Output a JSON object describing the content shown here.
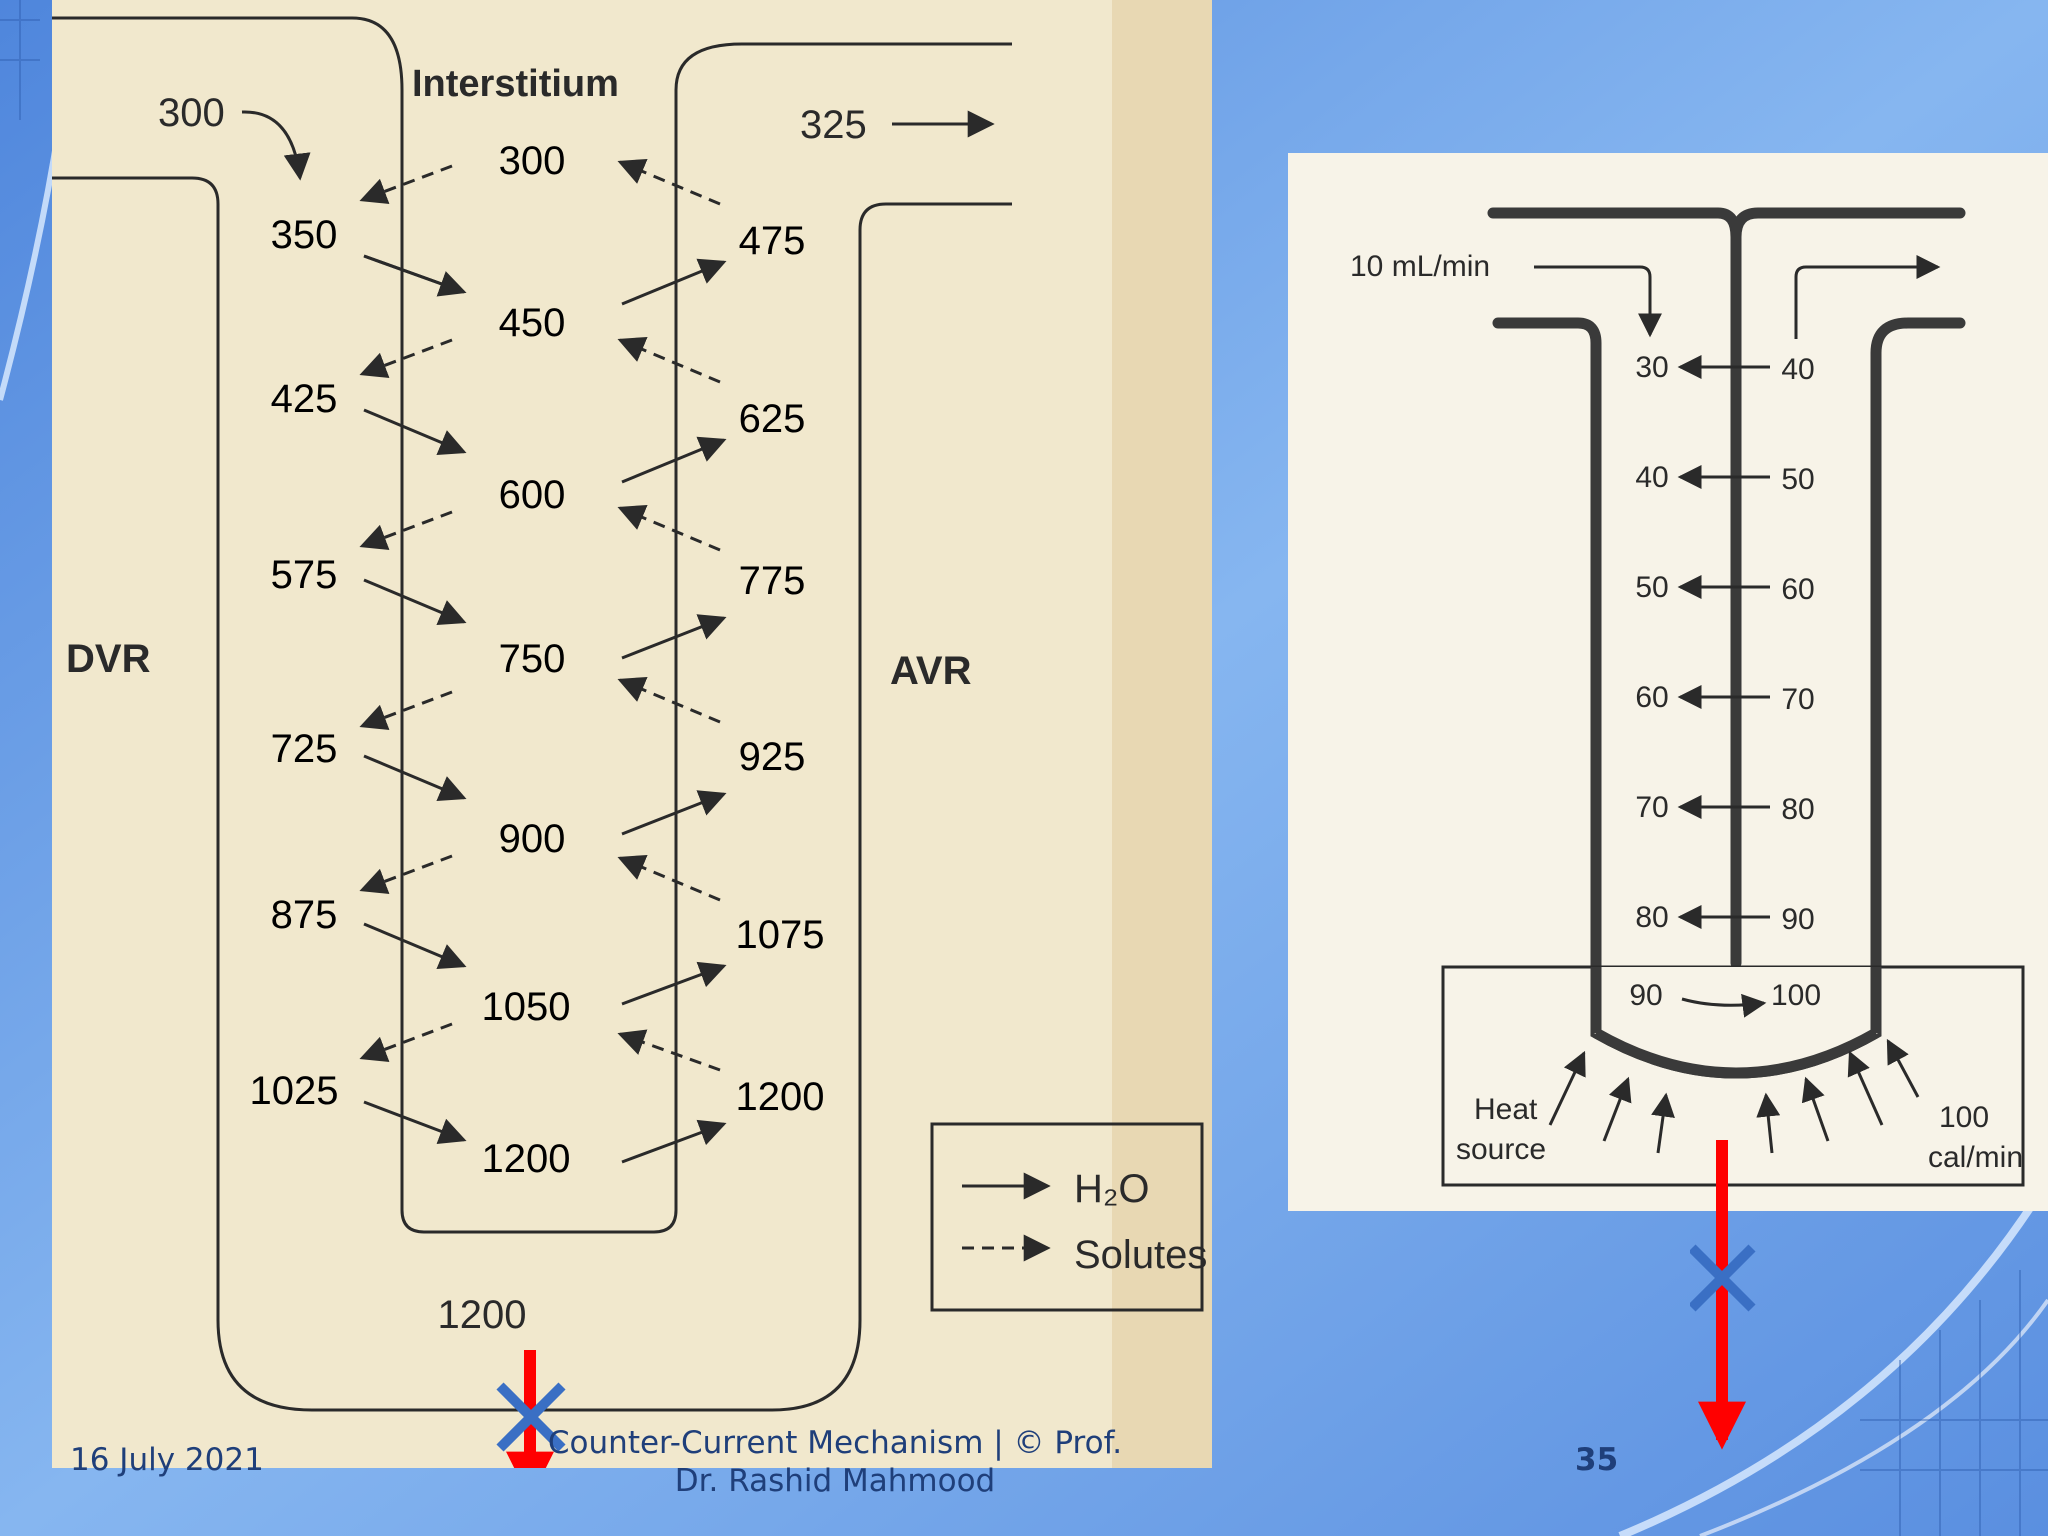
{
  "footer": {
    "date": "16 July 2021",
    "title_line1": "Counter-Current Mechanism  |  © Prof.",
    "title_line2": "Dr. Rashid Mahmood",
    "page": "35"
  },
  "left_diagram": {
    "title": "Interstitium",
    "inflow": "300",
    "outflow": "325",
    "dvr_label": "DVR",
    "avr_label": "AVR",
    "bottom_value": "1200",
    "dvr_values": [
      "350",
      "425",
      "575",
      "725",
      "875",
      "1025"
    ],
    "interstitium_values": [
      "300",
      "450",
      "600",
      "750",
      "900",
      "1050",
      "1200"
    ],
    "avr_values": [
      "475",
      "625",
      "775",
      "925",
      "1075",
      "1200"
    ],
    "legend": {
      "water": "H₂O",
      "solutes": "Solutes"
    }
  },
  "right_diagram": {
    "flow_label": "10 mL/min",
    "left_values": [
      "30",
      "40",
      "50",
      "60",
      "70",
      "80"
    ],
    "right_values": [
      "40",
      "50",
      "60",
      "70",
      "80",
      "90"
    ],
    "bottom_left": "90",
    "bottom_right": "100",
    "heat_label_1": "Heat",
    "heat_label_2": "source",
    "rate_label_1": "100",
    "rate_label_2": "cal/min"
  },
  "colors": {
    "background": "#6a9ee6",
    "paper_left": "#f1e8cd",
    "paper_right": "#f7f3e8",
    "ink": "#2a2a2a",
    "block_arrow": "#ff0000",
    "cross": "#3a6fc4",
    "footer_text": "#1f3f7a"
  }
}
